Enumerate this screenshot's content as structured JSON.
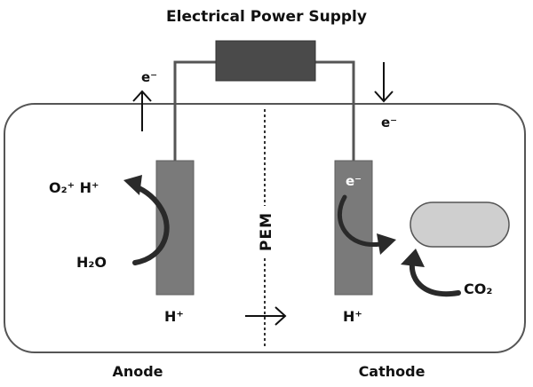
{
  "title": "Electrical Power Supply",
  "electron": "e⁻",
  "anode": {
    "label": "Anode",
    "products": "O₂⁺ H⁺",
    "reactant": "H₂O",
    "ion": "H⁺"
  },
  "membrane": {
    "label": "PEM"
  },
  "cathode": {
    "label": "Cathode",
    "electron": "e⁻",
    "ion": "H⁺",
    "reactant": "CO₂"
  },
  "colors": {
    "electrode": "#7a7a7a",
    "power_supply": "#4a4a4a",
    "catalyst": "#cfcfcf",
    "curved_arrow": "#2a2a2a",
    "outline": "#555555"
  }
}
